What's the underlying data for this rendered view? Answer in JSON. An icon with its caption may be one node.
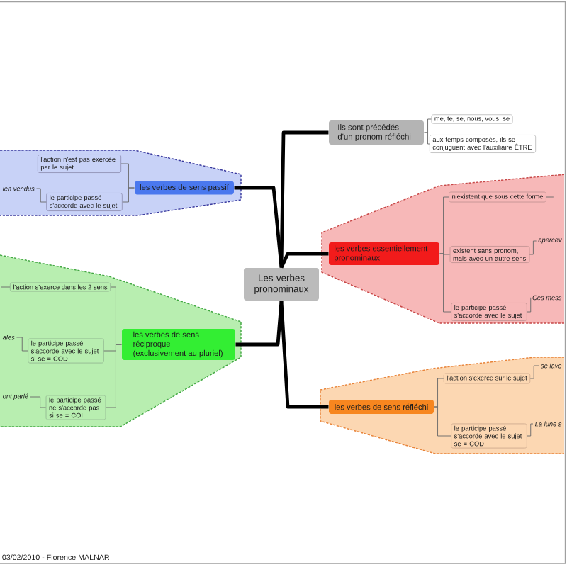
{
  "diagram": {
    "nodes": [
      {
        "text": [
          "Les verbes pronominaux"
        ]
      },
      {
        "text": [
          "Ils sont précédés d'un pronom réfléchi"
        ]
      },
      {
        "text": [
          "me, te, se, nous, vous, se"
        ]
      },
      {
        "text": [
          "aux temps composés, ils se conjuguent avec l'auxiliaire ÊTRE"
        ]
      },
      {
        "text": [],
        "shape": "hexagon"
      },
      {
        "text": [
          "les verbes de sens passif"
        ],
        "in": 4
      },
      {
        "text": [
          "l'action n'est pas exercée par le sujet"
        ],
        "in": 4
      },
      {
        "text": [
          "le participe passé s'accorde avec le sujet"
        ],
        "in": 4
      },
      {
        "text": [
          "ien vendus"
        ],
        "in": 4
      },
      {
        "text": [],
        "shape": "hexagon"
      },
      {
        "text": [
          "les verbes essentiellement pronominaux"
        ],
        "in": 9
      },
      {
        "text": [
          "n'existent que sous cette forme"
        ],
        "in": 9
      },
      {
        "text": [
          "existent sans pronom, mais avec un autre sens"
        ],
        "in": 9
      },
      {
        "text": [
          "apercev"
        ],
        "in": 9
      },
      {
        "text": [
          "le participe passé s'accorde avec le sujet"
        ],
        "in": 9
      },
      {
        "text": [
          "Ces mess"
        ],
        "in": 9
      },
      {
        "text": [],
        "shape": "hexagon"
      },
      {
        "text": [
          "les verbes de sens réciproque (exclusivement au pluriel)"
        ],
        "in": 16
      },
      {
        "text": [
          "l'action s'exerce dans les 2 sens"
        ],
        "in": 16
      },
      {
        "text": [
          "le participe passé s'accorde avec le sujet si se = COD"
        ],
        "in": 16
      },
      {
        "text": [
          "ales"
        ],
        "in": 16
      },
      {
        "text": [
          "le participe passé ne s'accorde pas si se = COI"
        ],
        "in": 16
      },
      {
        "text": [
          "ont parlé"
        ],
        "in": 16
      },
      {
        "text": [],
        "shape": "hexagon"
      },
      {
        "text": [
          "les verbes de sens réfléchi"
        ],
        "in": 23
      },
      {
        "text": [
          "l'action s'exerce sur le sujet"
        ],
        "in": 23
      },
      {
        "text": [
          "se lave"
        ],
        "in": 23
      },
      {
        "text": [
          "le participe passé s'accorde avec le sujet se = COD"
        ],
        "in": 23
      },
      {
        "text": [
          "La lune s"
        ],
        "in": 23
      }
    ],
    "edges": [
      {
        "from": 0,
        "to": 1,
        "arrow": "none",
        "style": "thick",
        "color": "#000000"
      },
      {
        "from": 0,
        "to": 5,
        "arrow": "none",
        "style": "thick",
        "color": "#000000"
      },
      {
        "from": 0,
        "to": 10,
        "arrow": "none",
        "style": "thick",
        "color": "#000000"
      },
      {
        "from": 0,
        "to": 17,
        "arrow": "none",
        "style": "thick",
        "color": "#000000"
      },
      {
        "from": 0,
        "to": 24,
        "arrow": "none",
        "style": "thick",
        "color": "#000000"
      },
      {
        "from": 1,
        "to": 2,
        "arrow": "none"
      },
      {
        "from": 1,
        "to": 3,
        "arrow": "none"
      },
      {
        "from": 5,
        "to": 6,
        "arrow": "none"
      },
      {
        "from": 5,
        "to": 7,
        "arrow": "none"
      },
      {
        "from": 7,
        "to": 8,
        "arrow": "none"
      },
      {
        "from": 10,
        "to": 11,
        "arrow": "none"
      },
      {
        "from": 11,
        "to": null,
        "arrow": "none"
      },
      {
        "from": 10,
        "to": 12,
        "arrow": "none"
      },
      {
        "from": 12,
        "to": 13,
        "arrow": "none"
      },
      {
        "from": 10,
        "to": 14,
        "arrow": "none"
      },
      {
        "from": 14,
        "to": 15,
        "arrow": "none"
      },
      {
        "from": 17,
        "to": 18,
        "arrow": "none"
      },
      {
        "from": 18,
        "to": null,
        "arrow": "none"
      },
      {
        "from": 17,
        "to": 19,
        "arrow": "none"
      },
      {
        "from": 19,
        "to": 20,
        "arrow": "none"
      },
      {
        "from": 17,
        "to": 21,
        "arrow": "none"
      },
      {
        "from": 21,
        "to": 22,
        "arrow": "none"
      },
      {
        "from": 24,
        "to": 25,
        "arrow": "none"
      },
      {
        "from": 25,
        "to": 26,
        "arrow": "none"
      },
      {
        "from": 24,
        "to": 27,
        "arrow": "none"
      },
      {
        "from": 27,
        "to": 28,
        "arrow": "none"
      }
    ],
    "labels": [
      "03/02/2010 - Florence MALNAR"
    ]
  }
}
